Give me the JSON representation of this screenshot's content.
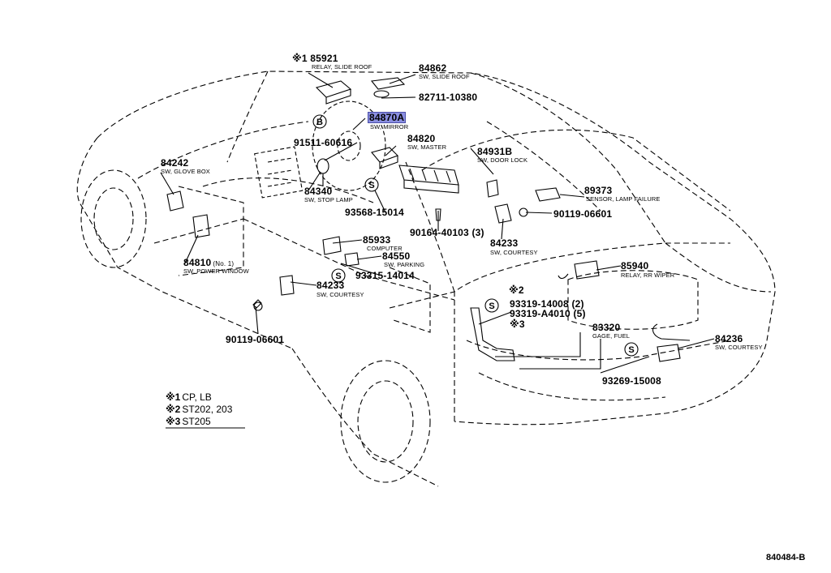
{
  "highlight_color": "#8a8ee0",
  "parts": {
    "p85921": {
      "num": "※1 85921",
      "desc": "RELAY, SLIDE ROOF"
    },
    "p84862": {
      "num": "84862",
      "desc": "SW, SLIDE ROOF"
    },
    "p82711": {
      "num": "82711-10380"
    },
    "p84870": {
      "num": "84870A",
      "desc": "SW, MIRROR"
    },
    "p91511": {
      "num": "91511-60616"
    },
    "p84820": {
      "num": "84820",
      "desc": "SW, MASTER"
    },
    "p84931": {
      "num": "84931B",
      "desc": "SW, DOOR LOCK"
    },
    "p84242": {
      "num": "84242",
      "desc": "SW, GLOVE BOX"
    },
    "p84340": {
      "num": "84340",
      "desc": "SW, STOP LAMP"
    },
    "p89373": {
      "num": "89373",
      "desc": "SENSOR, LAMP FAILURE"
    },
    "p90119a": {
      "num": "90119-06601"
    },
    "p93568": {
      "num": "93568-15014"
    },
    "p90164": {
      "num": "90164-40103 (3)"
    },
    "p84233a": {
      "num": "84233",
      "desc": "SW, COURTESY"
    },
    "p85933": {
      "num": "85933",
      "desc": "COMPUTER"
    },
    "p84550": {
      "num": "84550",
      "desc": "SW, PARKING"
    },
    "p84810": {
      "num": "84810",
      "sub": "(No. 1)",
      "desc": "SW, POWER WINDOW"
    },
    "p93315": {
      "num": "93315-14014"
    },
    "p85940": {
      "num": "85940",
      "desc": "RELAY, RR WIPER"
    },
    "p84233b": {
      "num": "84233",
      "desc": "SW, COURTESY"
    },
    "p93319a": {
      "num": "93319-14008 (2)"
    },
    "p93319b": {
      "num": "93319-A4010 (5)"
    },
    "p83320": {
      "num": "83320",
      "desc": "GAGE, FUEL"
    },
    "p84236": {
      "num": "84236",
      "desc": "SW, COURTESY"
    },
    "p90119b": {
      "num": "90119-06601"
    },
    "p93269": {
      "num": "93269-15008"
    }
  },
  "marks": {
    "b_circle": "B",
    "s_circle": "S",
    "note2": "※2",
    "note3": "※3"
  },
  "legend": [
    {
      "mark": "※1",
      "text": "CP, LB"
    },
    {
      "mark": "※2",
      "text": "ST202, 203"
    },
    {
      "mark": "※3",
      "text": "ST205"
    }
  ],
  "diagram_id": "840484-B"
}
